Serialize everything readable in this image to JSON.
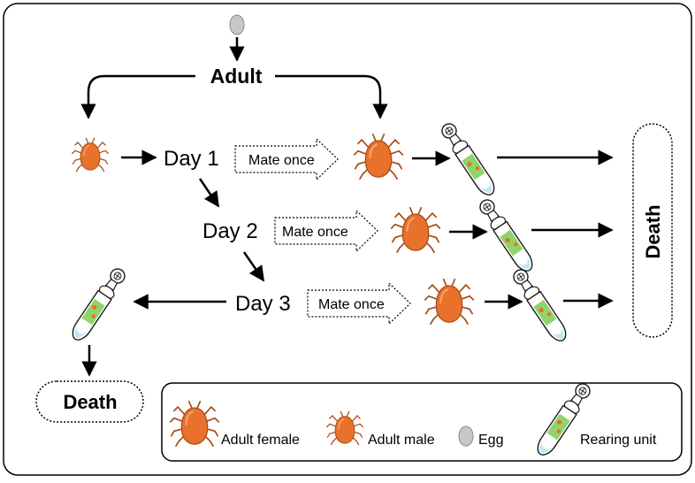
{
  "diagram": {
    "adult_label": "Adult",
    "days": [
      "Day 1",
      "Day 2",
      "Day 3"
    ],
    "mate_label": "Mate once",
    "death_right": "Death",
    "death_left": "Death"
  },
  "legend": {
    "female": "Adult female",
    "male": "Adult male",
    "egg": "Egg",
    "rearing": "Rearing unit"
  },
  "colors": {
    "mite_body": "#E8712B",
    "mite_outline": "#A84A14",
    "egg": "#C8C8C8",
    "tube_fill": "#8FD46A",
    "tube_outline": "#1a1a1a",
    "tube_tip": "#BFE7F7"
  }
}
